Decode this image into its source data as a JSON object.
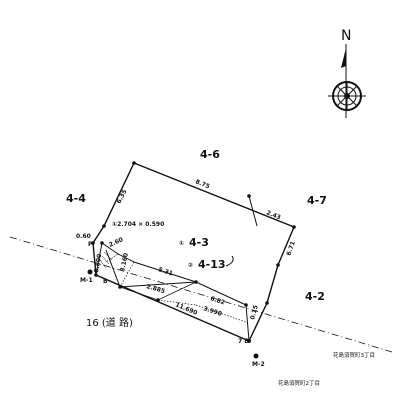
{
  "compass": {
    "label": "N"
  },
  "lots": {
    "n": "4-6",
    "w": "4-4",
    "e": "4-7",
    "se": "4-2",
    "subject_1": "4-3",
    "subject_2": "4-13"
  },
  "subject_marks": {
    "m1": "①",
    "m2": "②"
  },
  "road": {
    "label": "16 (道 路)"
  },
  "street_names": {
    "s3": "花島須賀町3丁目",
    "s2": "花島須賀町2丁目"
  },
  "dimensions": {
    "d_n1": "8.75",
    "d_n2": "2.43",
    "d_w": "6.35",
    "d_e": "6.71",
    "d_sw": "0.60",
    "d_rect": "①2.704 × 0.590",
    "d_diag1": "5.31",
    "d_diag2": "2.885",
    "d_sub1": "6.82",
    "d_sub2": "3.990",
    "d_road": "11.690",
    "d_w1": "2.60",
    "d_w2": "3.160",
    "d_w3": "0.800",
    "d_e2": "0.15"
  },
  "points": {
    "p_p": "P",
    "p_b": "B",
    "p_7b": "7 B",
    "bm1": "M-1",
    "bm2": "M-2"
  }
}
